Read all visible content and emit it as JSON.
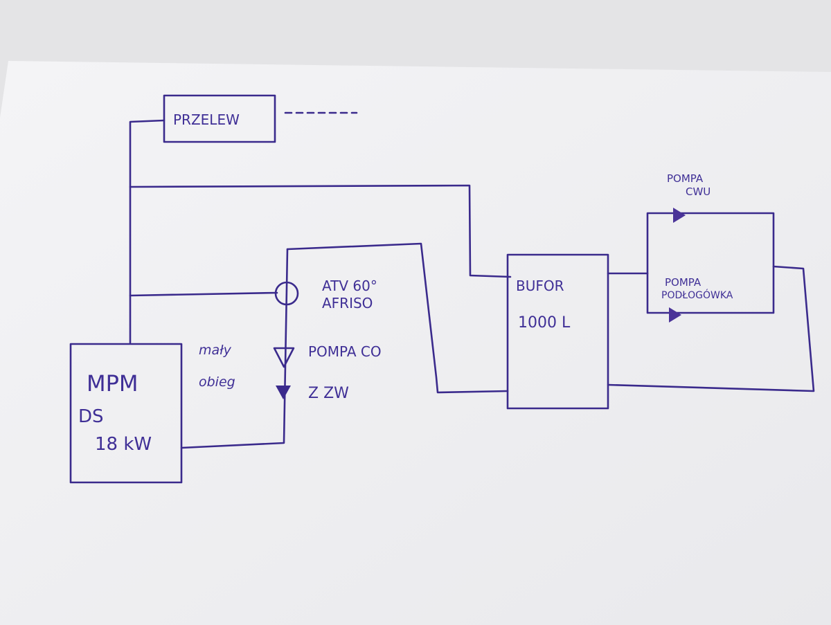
{
  "diagram": {
    "overflow_label": "PRZELEW",
    "boiler": {
      "line1": "MPM",
      "line2": "DS",
      "line3": "18 kW"
    },
    "small_loop": {
      "line1": "mały",
      "line2": "obieg"
    },
    "valve": {
      "line1": "ATV 60°",
      "line2": "AFRISO"
    },
    "pump_co": "POMPA CO",
    "check_valve": "Z ZW",
    "buffer": {
      "line1": "BUFOR",
      "line2": "1000 L"
    },
    "pump_cwu": {
      "line1": "POMPA",
      "line2": "CWU"
    },
    "pump_floor": {
      "line1": "POMPA",
      "line2": "PODŁOGÓWKA"
    },
    "colors": {
      "ink": "#3a2a8c",
      "paper": "#f3f3f5"
    }
  }
}
